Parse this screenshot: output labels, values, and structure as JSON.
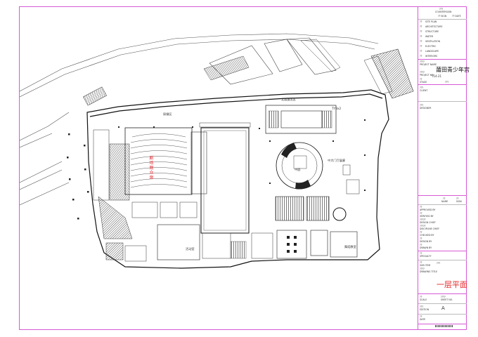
{
  "colors": {
    "frame": "#d65ad6",
    "title_red": "#e5282e",
    "line": "#222222",
    "grey": "#888888"
  },
  "title_block": {
    "top_lines": [
      "???",
      "COUNTERSIGN",
      "?? SIGN",
      "?? DATE"
    ],
    "disciplines": [
      {
        "code": "??",
        "name": "SITE PLAN"
      },
      {
        "code": "??",
        "name": "ARCHITECTURE"
      },
      {
        "code": "??",
        "name": "STRUCTURE"
      },
      {
        "code": "??",
        "name": "WATER"
      },
      {
        "code": "??",
        "name": "VENTILATION"
      },
      {
        "code": "??",
        "name": "ELECTRIC"
      },
      {
        "code": "??",
        "name": "LANDSCAPE"
      },
      {
        "code": "??",
        "name": "INTERIORS"
      }
    ],
    "project_name_label": "????",
    "project_name_label_en": "PROJECT NAME",
    "project_name": "莆田青少年宫",
    "project_no_label": "????",
    "project_no_label_en": "PROJECT NO.",
    "project_no": "T14-21",
    "stage_label": "??",
    "stage_label_en": "STAGE",
    "stage_value": "???",
    "client_label": "???",
    "client_label_en": "CLIENT",
    "designer_label": "???",
    "designer_label_en": "DESIGNER",
    "sign_header": [
      "??",
      "??",
      "NAME",
      "SIGN"
    ],
    "roles": [
      {
        "code": "??",
        "name": "APPROVED BY"
      },
      {
        "code": "??",
        "name": "VERIFIED BY"
      },
      {
        "code": "?????",
        "name": "DESIGN CHIEF"
      },
      {
        "code": "?????",
        "name": "DISCIPLINE CHIEF"
      },
      {
        "code": "??",
        "name": "CHECKED BY"
      },
      {
        "code": "??",
        "name": "DESIGN BY"
      },
      {
        "code": "??",
        "name": "DRAWN BY"
      }
    ],
    "specialty_label": "??",
    "specialty_en": "SPECIALTY",
    "subitem_label": "??",
    "subitem_en": "SUB ITEM",
    "subitem_value": "???",
    "drawing_title_label": "????",
    "drawing_title_en": "DRAWING TITLE",
    "drawing_title": "一层平面",
    "scale_label": "??",
    "scale_en": "SCALE",
    "sheet_label": "????",
    "sheet_en": "SHEET NO.",
    "edition_label": "???",
    "edition_en": "EDITION",
    "edition_value": "A",
    "date_label": "??",
    "date_en": "DATE"
  },
  "plan": {
    "labels": {
      "north_corridor": "北面展览区",
      "west_room": "厨餐区",
      "theater_v1": "剧场观众席",
      "atrium": "中大门厅展廊",
      "center_label": "中庭",
      "dance_room": "舞蹈教室",
      "multi_room": "活动室",
      "tyb": "TYBx2"
    }
  }
}
